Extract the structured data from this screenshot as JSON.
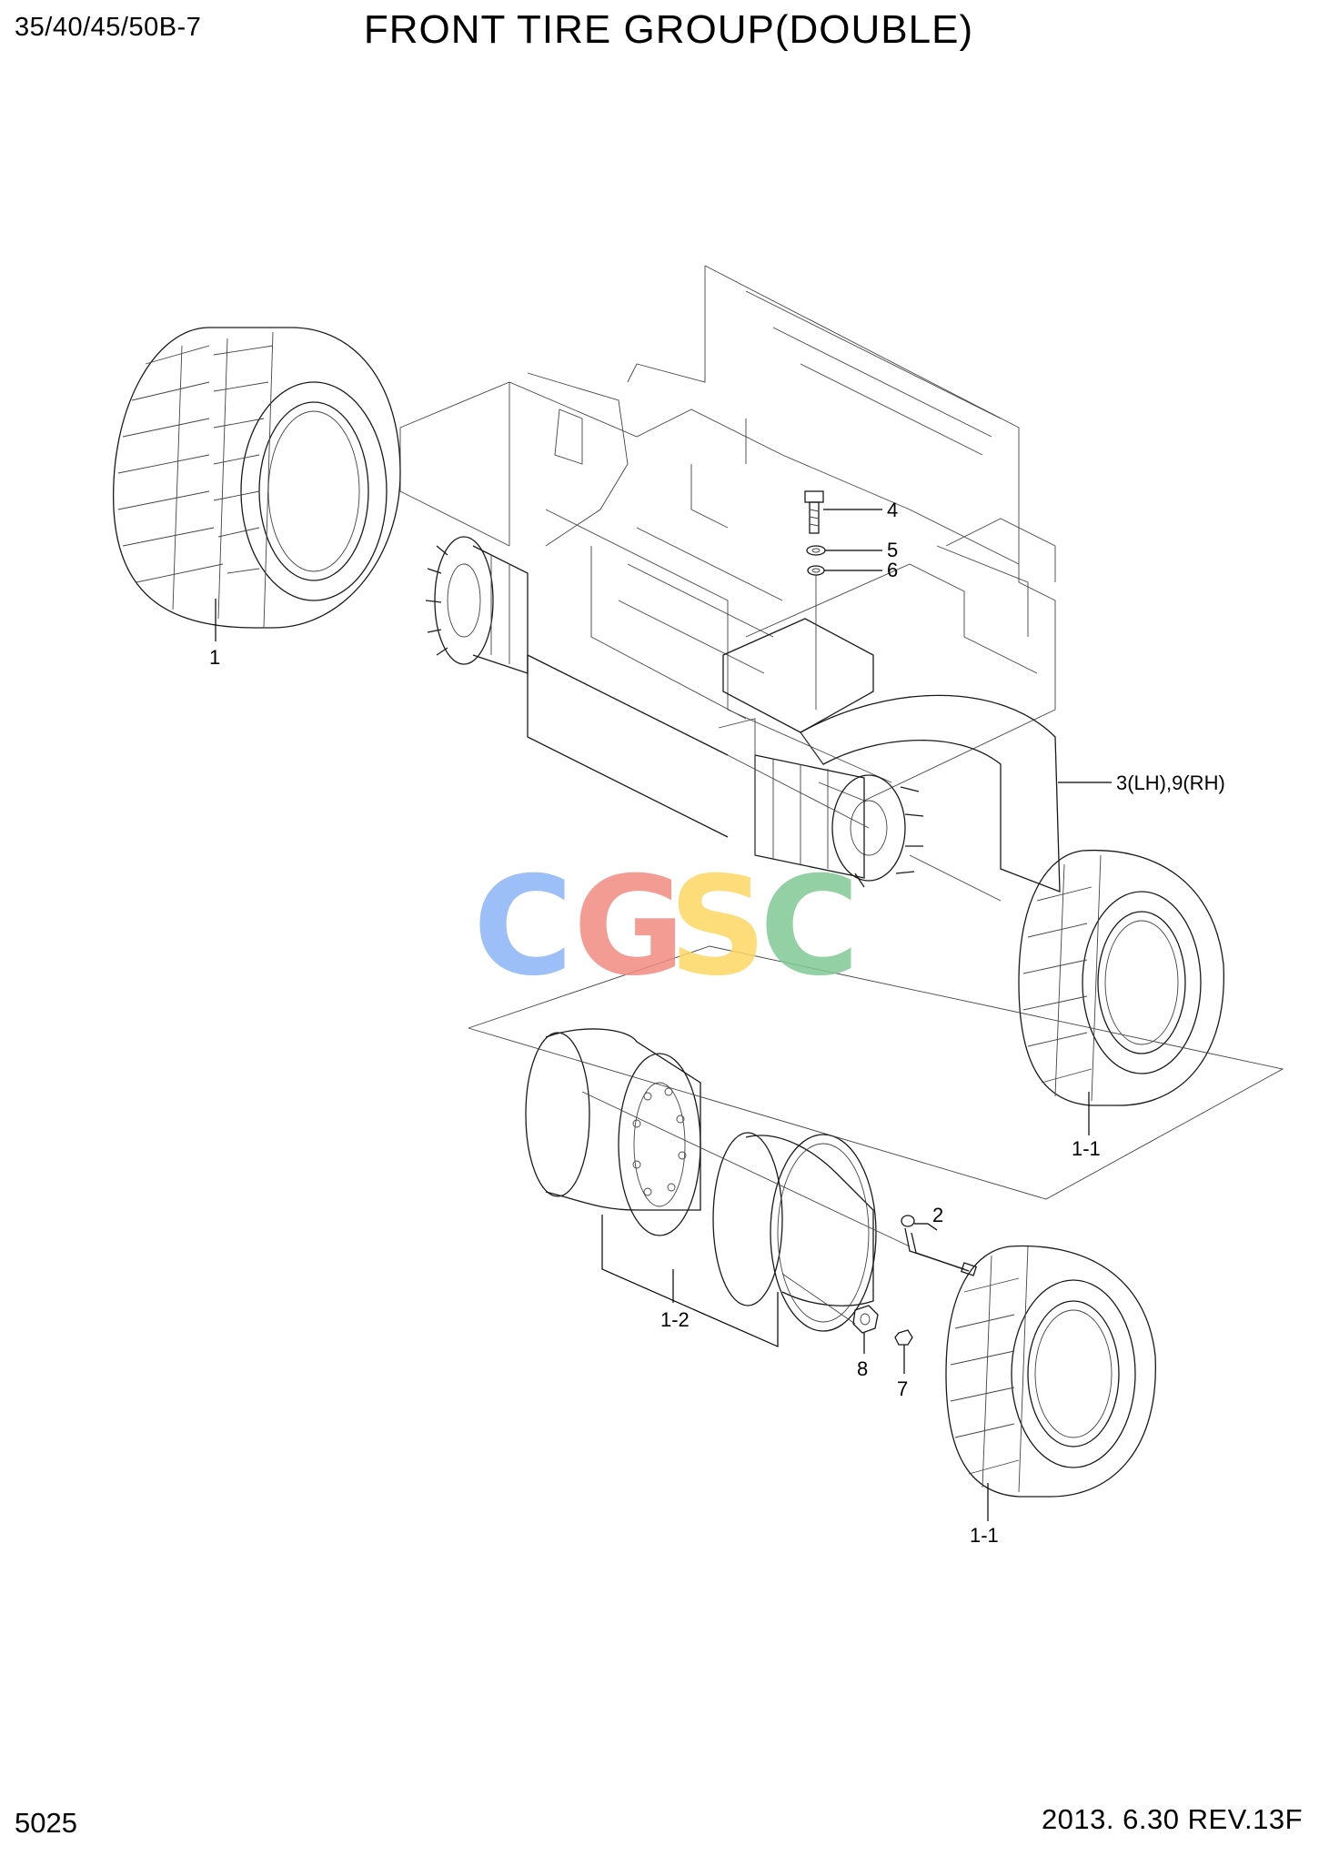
{
  "header": {
    "model": "35/40/45/50B-7",
    "title": "FRONT TIRE GROUP(DOUBLE)"
  },
  "footer": {
    "page_number": "5025",
    "revision": "2013. 6.30  REV.13F"
  },
  "callouts": {
    "tire_left": "1",
    "bolt": "4",
    "washer_upper": "5",
    "washer_lower": "6",
    "fender": "3(LH),9(RH)",
    "tire_inner": "1-1",
    "valve": "2",
    "rim": "1-2",
    "nut": "8",
    "stud": "7",
    "tire_outer": "1-1"
  },
  "watermark": {
    "letters": [
      "C",
      "G",
      "S",
      "C"
    ],
    "colors": [
      "#8bb4f7",
      "#f28b82",
      "#fdd663",
      "#81c995"
    ]
  }
}
